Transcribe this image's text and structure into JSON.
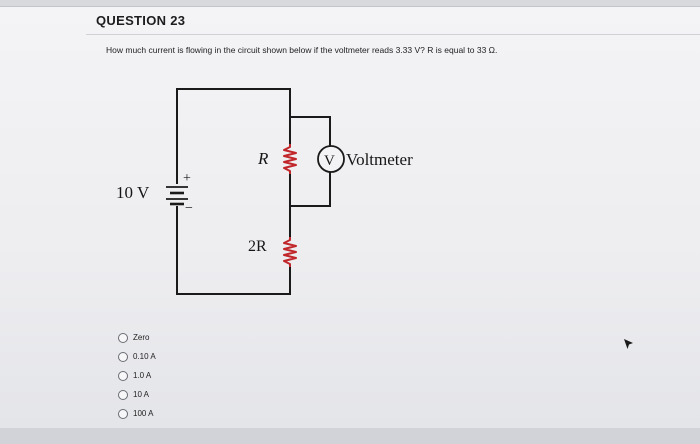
{
  "question": {
    "title": "QUESTION 23",
    "text": "How much current is flowing in the circuit shown below if the voltmeter reads 3.33 V?  R is equal to 33 Ω."
  },
  "circuit": {
    "battery_label": "10 V",
    "plus_sign": "+",
    "minus_sign": "−",
    "resistor_top_label": "R",
    "resistor_bottom_label": "2R",
    "voltmeter_symbol": "V",
    "voltmeter_label": "Voltmeter",
    "wire_color": "#1a1a1a",
    "resistor_color": "#c0262a"
  },
  "options": [
    {
      "label": "Zero"
    },
    {
      "label": "0.10 A"
    },
    {
      "label": "1.0 A"
    },
    {
      "label": "10 A"
    },
    {
      "label": "100 A"
    }
  ]
}
